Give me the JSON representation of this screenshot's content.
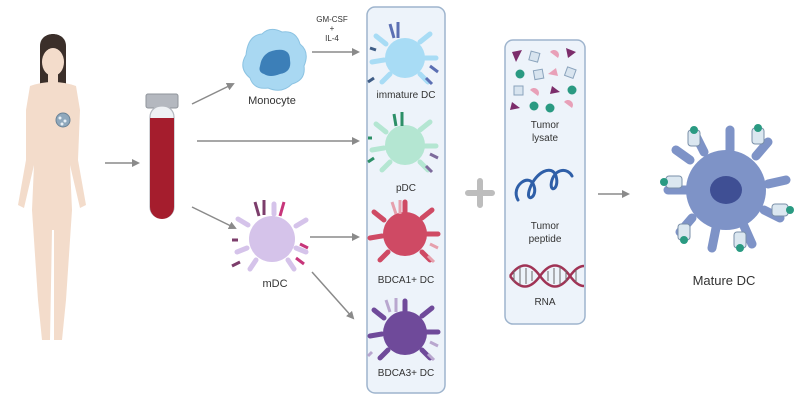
{
  "nodes": {
    "monocyte": "Monocyte",
    "mdc": "mDC",
    "cytokines": {
      "line1": "GM-CSF",
      "line2": "+",
      "line3": "IL-4"
    },
    "immature_dc": "immature DC",
    "pdc": "pDC",
    "bdca1_dc": "BDCA1+ DC",
    "bdca3_dc": "BDCA3+ DC",
    "tumor_lysate": {
      "line1": "Tumor",
      "line2": "lysate"
    },
    "tumor_peptide": {
      "line1": "Tumor",
      "line2": "peptide"
    },
    "rna": "RNA",
    "mature_dc": "Mature DC"
  },
  "colors": {
    "skin": "#f3dccb",
    "hair": "#3b2f2a",
    "blood": "#a51d2d",
    "monocyte": "#a9d8f2",
    "monocyte_nucleus": "#3c7fb8",
    "mdc": "#d5c3ea",
    "immature_dc": "#a8dcf5",
    "pdc": "#b4e6d2",
    "bdca1_dc": "#cf4a64",
    "bdca3_dc": "#6f4a9a",
    "mature_dc": "#7e93c7",
    "mature_dc_nucleus": "#3f4f94",
    "panel_fill": "#edf3fa",
    "panel_border": "#9eb4cd",
    "arrow": "#8a8a8a"
  }
}
